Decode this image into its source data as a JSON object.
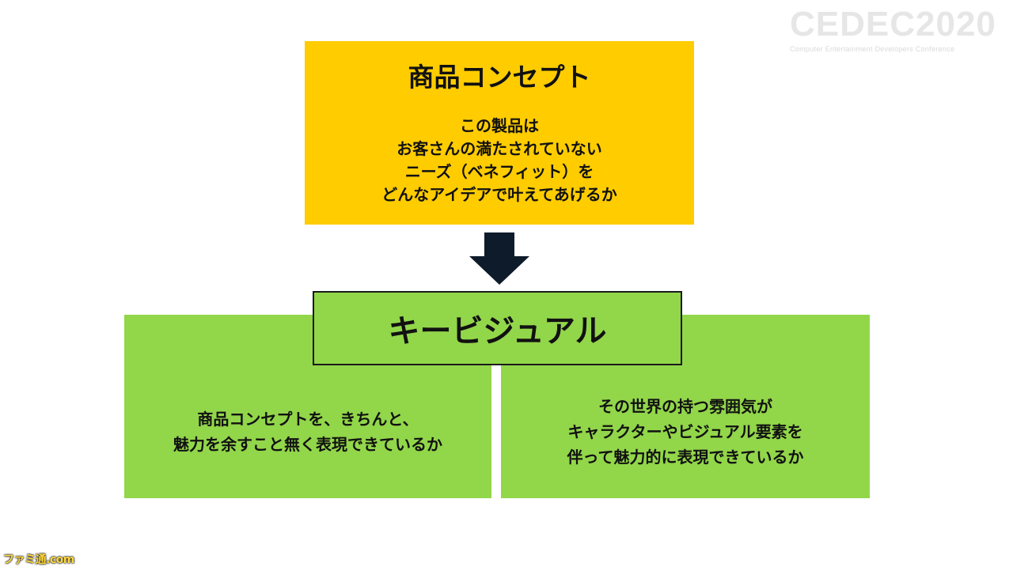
{
  "logo": {
    "main": "CEDEC2020",
    "sub": "Computer Entertainment Developers Conference"
  },
  "concept": {
    "title": "商品コンセプト",
    "lines": [
      "この製品は",
      "お客さんの満たされていない",
      "ニーズ（ベネフィット）を",
      "どんなアイデアで叶えてあげるか"
    ]
  },
  "keyvisual": {
    "title": "キービジュアル"
  },
  "left_panel": {
    "lines": [
      "商品コンセプトを、きちんと、",
      "魅力を余すこと無く表現できているか"
    ]
  },
  "right_panel": {
    "lines": [
      "その世界の持つ雰囲気が",
      "キャラクターやビジュアル要素を",
      "伴って魅力的に表現できているか"
    ]
  },
  "watermark": "ファミ通.com",
  "colors": {
    "concept_bg": "#ffcc00",
    "panel_bg": "#92d64a",
    "arrow": "#0d1b2a"
  }
}
